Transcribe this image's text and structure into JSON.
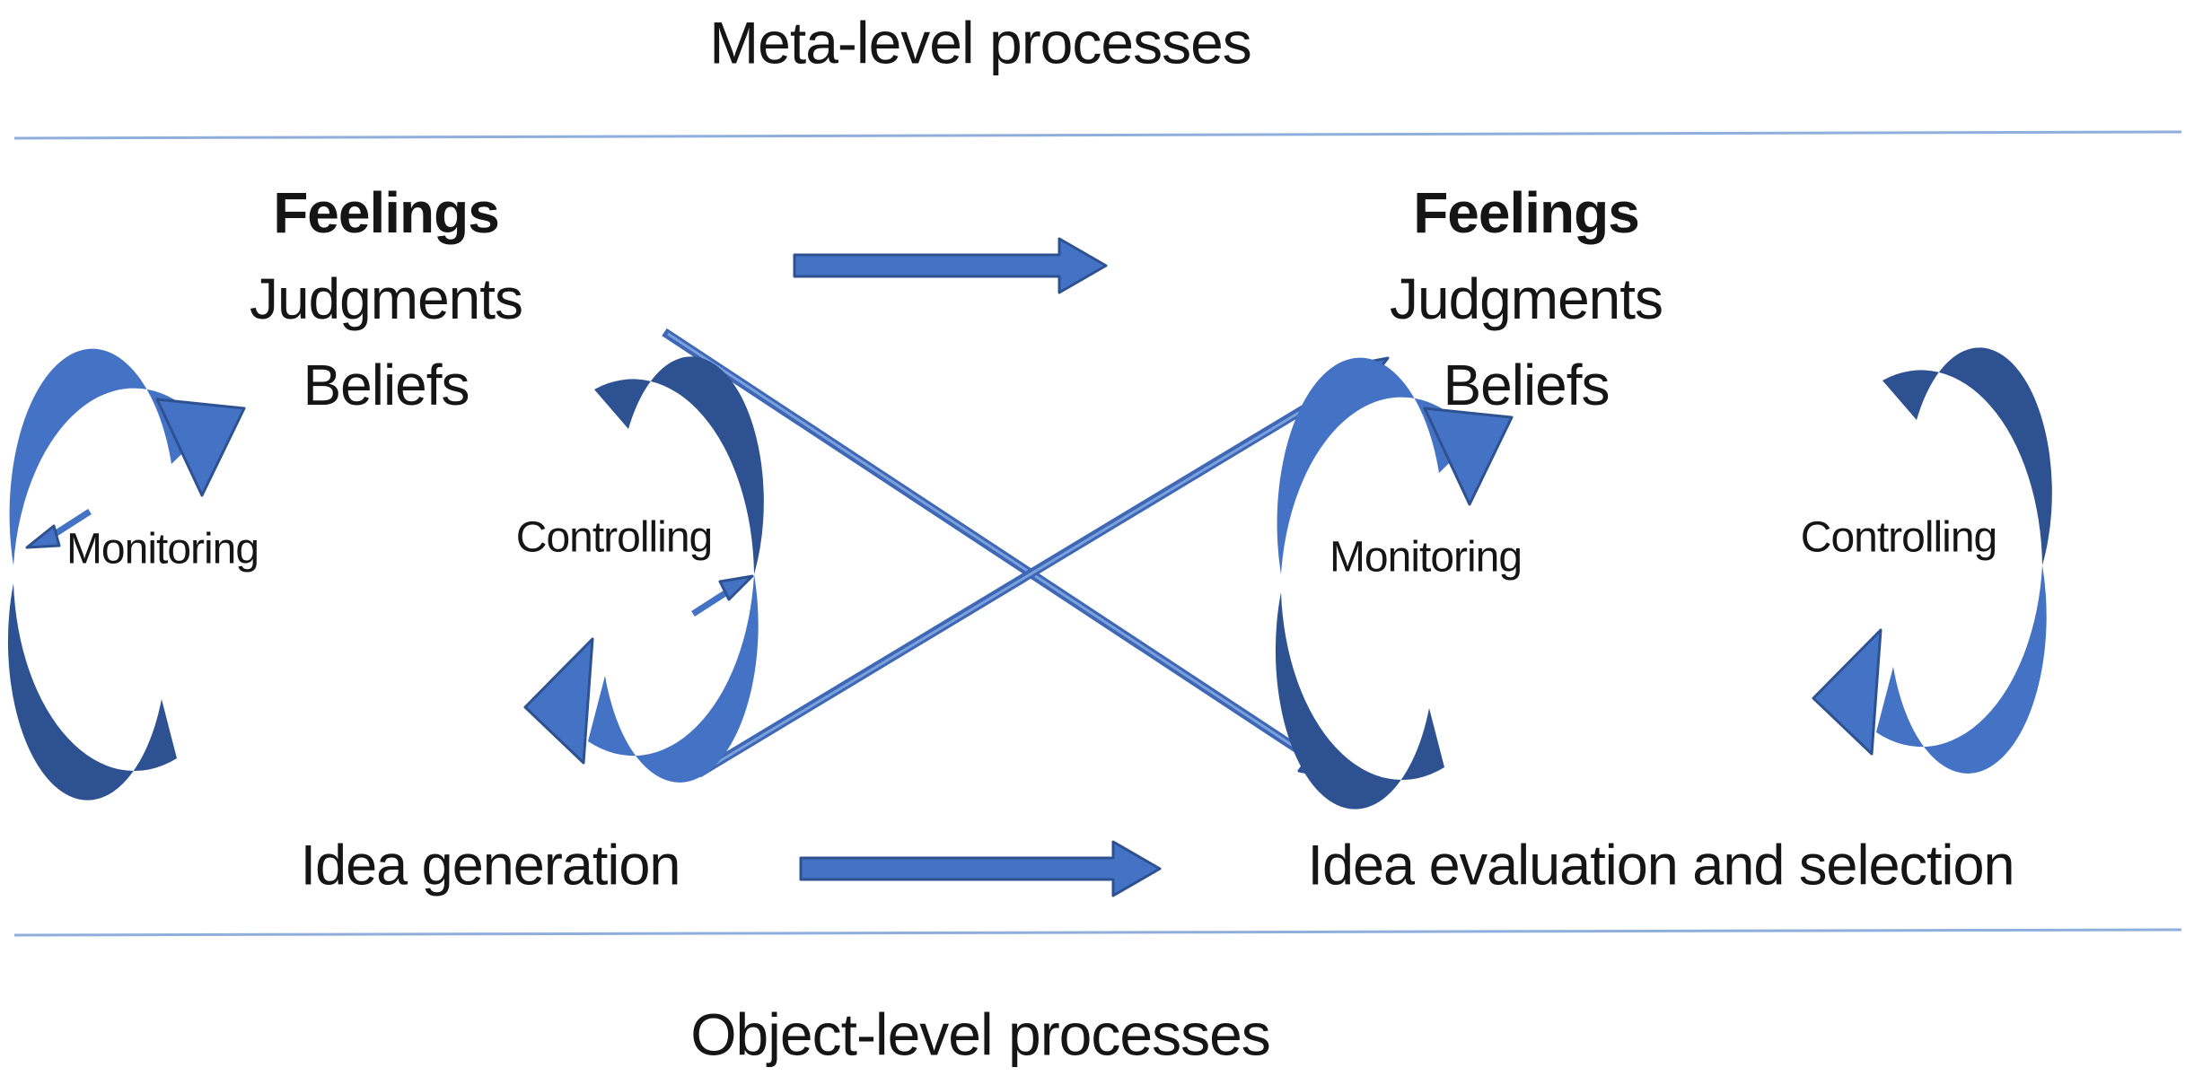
{
  "titles": {
    "meta": "Meta-level processes",
    "object": "Object-level processes"
  },
  "meta_level": {
    "left_block": {
      "lines": [
        "Feelings",
        "Judgments",
        "Beliefs"
      ]
    },
    "right_block": {
      "lines": [
        "Feelings",
        "Judgments",
        "Beliefs"
      ]
    }
  },
  "cycles": {
    "left_monitoring": {
      "label": "Monitoring"
    },
    "left_controlling": {
      "label": "Controlling"
    },
    "right_monitoring": {
      "label": "Monitoring"
    },
    "right_controlling": {
      "label": "Controlling"
    }
  },
  "object_level": {
    "idea_generation": "Idea generation",
    "idea_evaluation": "Idea evaluation and selection"
  },
  "icons": {
    "flow_arrow": "right-arrow",
    "cycle_arrow": "circular-arrow",
    "cross_arrow_up": "diagonal-arrow-up-right",
    "cross_arrow_down": "diagonal-arrow-down-right"
  },
  "colors": {
    "accent_light": "#4472C4",
    "accent_dark": "#2E5191",
    "diagonal": "#3E68B6",
    "rule_line": "#8FAEDC",
    "text": "#151515"
  }
}
